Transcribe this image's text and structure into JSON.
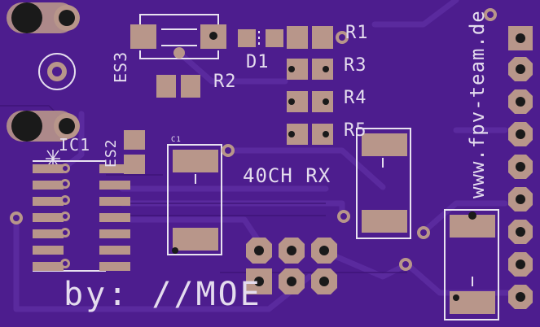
{
  "board": {
    "background_color": "#4d1d8e",
    "copper_pad_color": "#b8968a",
    "silkscreen_color": "#e4dcee"
  },
  "labels": {
    "es3": "ES3",
    "d1": "D1",
    "r1": "R1",
    "r2": "R2",
    "r3": "R3",
    "r4": "R4",
    "r5": "R5",
    "ic1": "IC1",
    "es2": "ES2",
    "c1": "C1",
    "title": "40CH RX",
    "author": "by: //MOE",
    "website": "www.fpv-team.de"
  }
}
